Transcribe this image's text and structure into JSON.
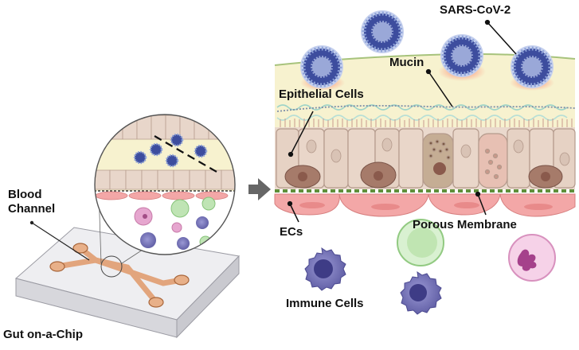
{
  "labels": {
    "sars_cov_2": "SARS-CoV-2",
    "mucin": "Mucin",
    "epithelial_cells": "Epithelial Cells",
    "blood_channel": "Blood Channel",
    "ecs": "ECs",
    "porous_membrane": "Porous Membrane",
    "immune_cells": "Immune Cells",
    "gut_on_a_chip": "Gut on-a-Chip"
  },
  "colors": {
    "virus_blue": "#3d4d9e",
    "virus_spike": "#8fa3d8",
    "mucus_yellow": "#f7f2cf",
    "epithelial_cell": "#e6d2c4",
    "epithelial_outline": "#b49a8c",
    "membrane_dash": "#5f8f3a",
    "endothelial_pink": "#f3a7a7",
    "chip_channel": "#e2a57d",
    "chip_glass": "#e9e9ec",
    "neutrophil": "#e6a6cf",
    "monocyte": "#7b79b9",
    "lymphocyte": "#bfe4b4"
  }
}
